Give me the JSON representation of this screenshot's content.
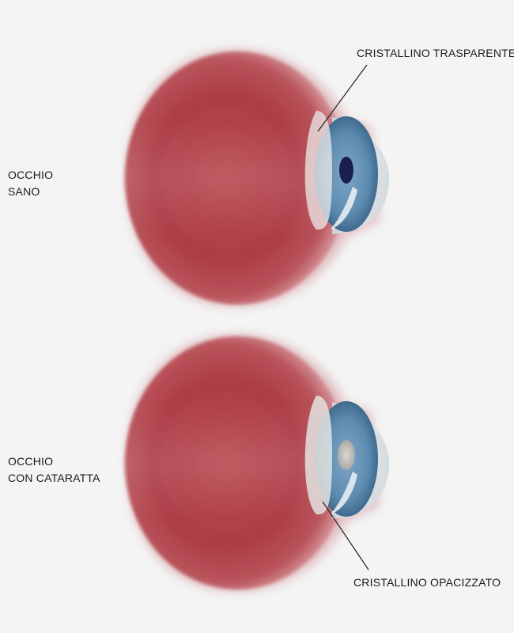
{
  "eyes": [
    {
      "label_lines": [
        "OCCHIO",
        "SANO"
      ],
      "lens_callout": "CRISTALLINO TRASPARENTE",
      "lens_state": "clear"
    },
    {
      "label_lines": [
        "OCCHIO",
        "CON CATARATTA"
      ],
      "lens_callout": "CRISTALLINO OPACIZZATO",
      "lens_state": "clouded"
    }
  ],
  "colors": {
    "background": "#f4f4f4",
    "eyeball": "#b13f47",
    "iris": "#5d8bb0",
    "pupil_clear": "#1a1f4e",
    "pupil_clouded": "#c9c9c2",
    "leader_line": "#222222"
  }
}
